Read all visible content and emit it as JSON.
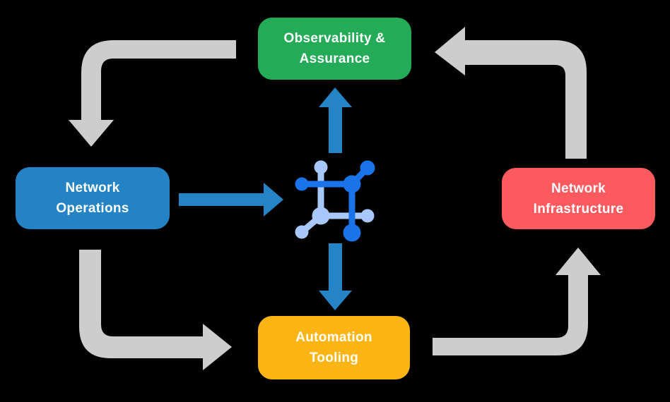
{
  "diagram": {
    "title": "Network automation cycle diagram",
    "nodes": {
      "observability": {
        "line1": "Observability &",
        "line2": "Assurance"
      },
      "operations": {
        "line1": "Network",
        "line2": "Operations"
      },
      "infrastructure": {
        "line1": "Network",
        "line2": "Infrastructure"
      },
      "automation": {
        "line1": "Automation",
        "line2": "Tooling"
      }
    },
    "center_icon": "network-mesh-icon",
    "arrows": {
      "gray_flow": [
        "observability-to-operations",
        "operations-to-automation",
        "automation-to-infrastructure",
        "infrastructure-to-observability"
      ],
      "blue_flow": [
        "operations-to-center",
        "center-to-observability",
        "center-to-automation"
      ]
    }
  },
  "colors": {
    "background": "#000000",
    "box-green": "#23AB57",
    "box-blue": "#2383C4",
    "box-red": "#FC5A5F",
    "box-yellow": "#FCB515",
    "arrow-gray": "#CDCDCD",
    "arrow-blue": "#2484C6",
    "icon-dark-blue": "#1A73E8",
    "icon-light-blue": "#A8C7FA",
    "text-white": "#FFFFFF"
  }
}
